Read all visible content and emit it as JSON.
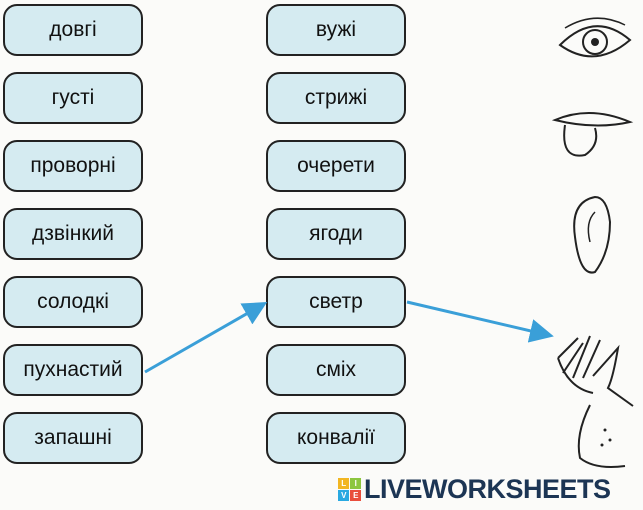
{
  "left_words": [
    "довгі",
    "густі",
    "проворні",
    "дзвінкий",
    "солодкі",
    "пухнастий",
    "запашні"
  ],
  "middle_words": [
    "вужі",
    "стрижі",
    "очерети",
    "ягоди",
    "светр",
    "сміх",
    "конвалії"
  ],
  "senses": [
    "eye",
    "tongue",
    "ear",
    "hand",
    "nose"
  ],
  "connections": [
    {
      "from": "пухнастий",
      "to": "светр"
    },
    {
      "from": "светр",
      "to": "hand"
    }
  ],
  "logo": {
    "text": "LIVEWORKSHEETS",
    "badge": [
      "L",
      "I",
      "V",
      "E"
    ]
  },
  "colors": {
    "box": "#d5ebf1",
    "arrow": "#3a9fd8",
    "logo": "#1c3554"
  }
}
